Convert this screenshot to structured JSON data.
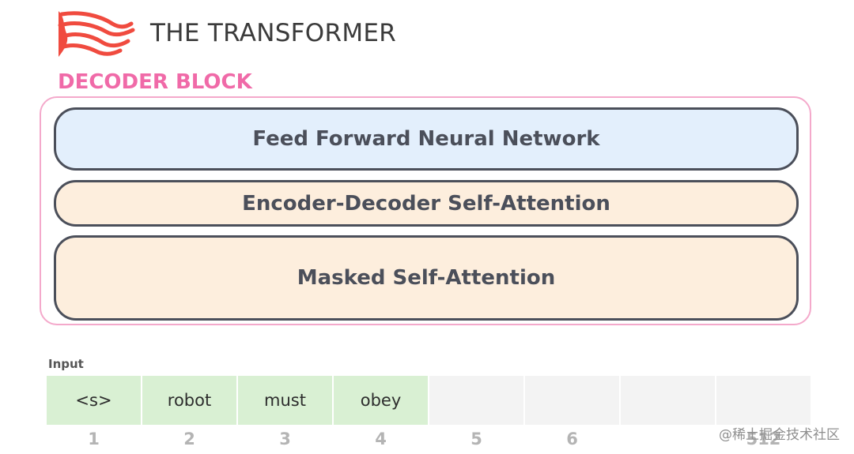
{
  "header": {
    "title": "THE TRANSFORMER",
    "logo_icon": "flame-logo-icon",
    "logo_color": "#f04b3f"
  },
  "decoder": {
    "label": "DECODER BLOCK",
    "accent_color": "#f06aa8",
    "layers": [
      {
        "name": "Feed Forward Neural Network",
        "color": "#e3effc"
      },
      {
        "name": "Encoder-Decoder Self-Attention",
        "color": "#fdeedd"
      },
      {
        "name": "Masked Self-Attention",
        "color": "#fdeedd"
      }
    ]
  },
  "input": {
    "label": "Input",
    "tokens": [
      "<s>",
      "robot",
      "must",
      "obey",
      "",
      "",
      "",
      ""
    ],
    "filled_color": "#d9f0d3",
    "empty_color": "#f3f3f3",
    "positions": [
      "1",
      "2",
      "3",
      "4",
      "5",
      "6",
      "",
      "512"
    ]
  },
  "watermark": "@稀土掘金技术社区"
}
